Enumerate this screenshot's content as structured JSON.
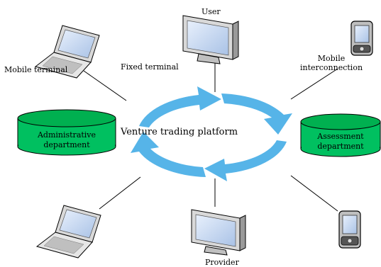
{
  "center": {
    "label": "Venture trading platform",
    "color": "#56b4e8"
  },
  "nodes": {
    "user": {
      "label": "User"
    },
    "fixed_terminal": {
      "label": "Fixed terminal"
    },
    "mobile_terminal": {
      "label": "Mobile terminal"
    },
    "mobile_interconnection": {
      "label_line1": "Mobile",
      "label_line2": "interconnection"
    },
    "provider": {
      "label": "Provider"
    }
  },
  "departments": {
    "administrative": {
      "line1": "Administrative",
      "line2": "department",
      "color": "#00c060"
    },
    "assessment": {
      "line1": "Assessment",
      "line2": "department",
      "color": "#00c060"
    }
  },
  "colors": {
    "connector": "#000000",
    "cylinder_top": "#00b050",
    "device_screen": "#c8d8f0"
  }
}
